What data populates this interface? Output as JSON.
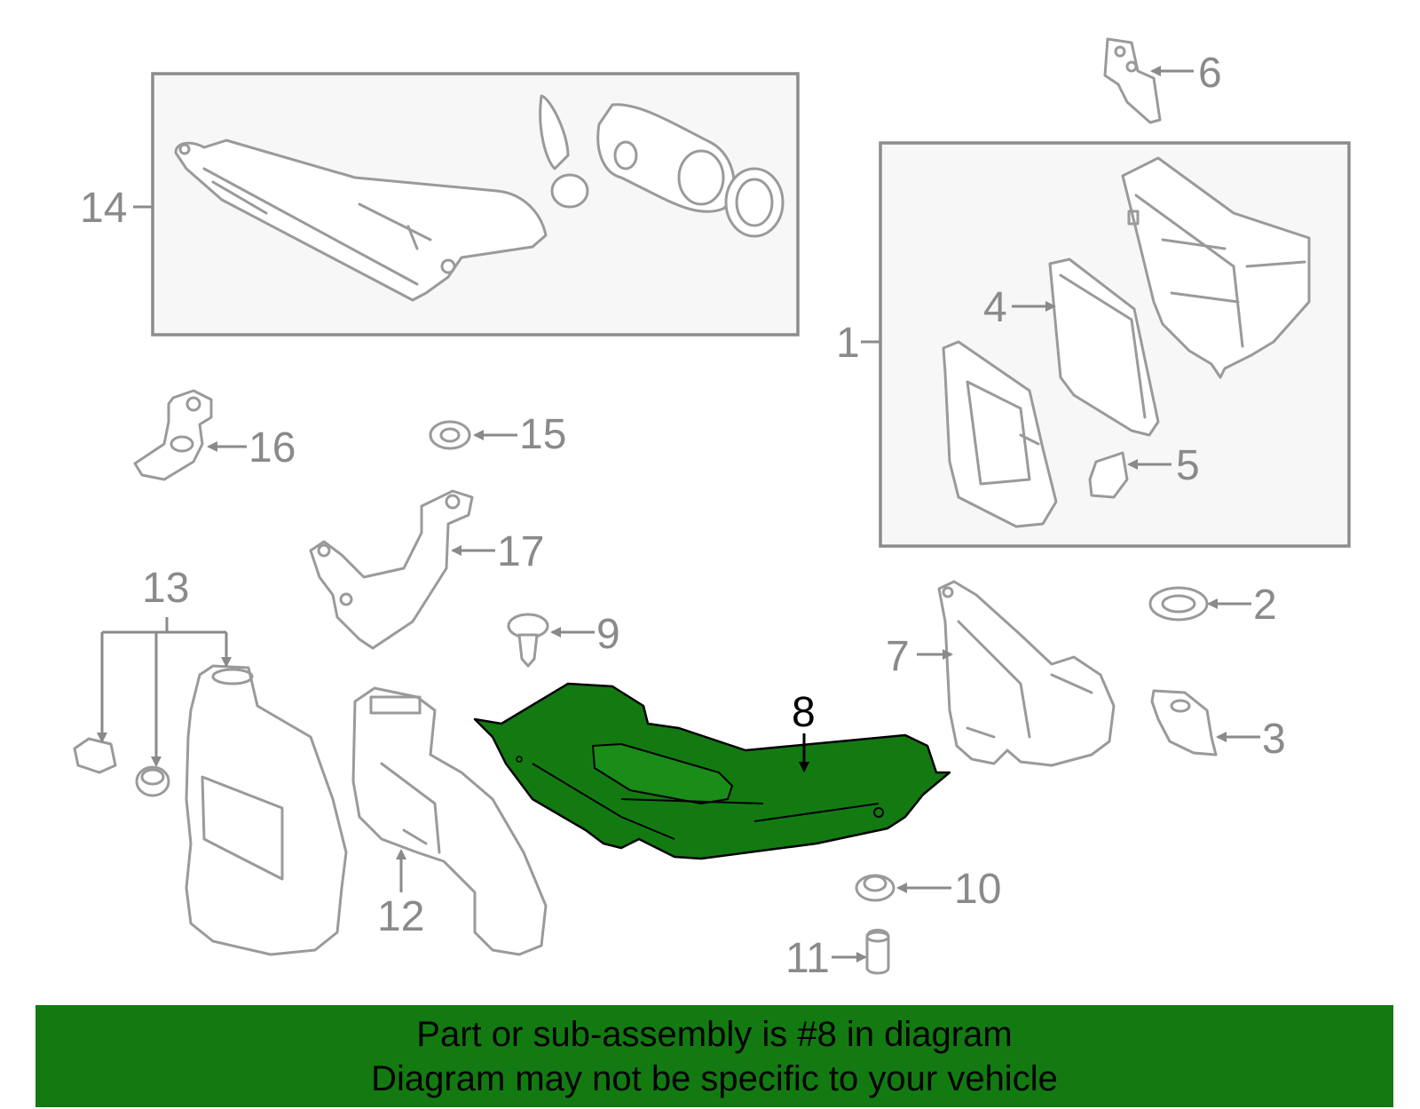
{
  "callouts": {
    "c1": "1",
    "c2": "2",
    "c3": "3",
    "c4": "4",
    "c5": "5",
    "c6": "6",
    "c7": "7",
    "c8": "8",
    "c9": "9",
    "c10": "10",
    "c11": "11",
    "c12": "12",
    "c13": "13",
    "c14": "14",
    "c15": "15",
    "c16": "16",
    "c17": "17"
  },
  "banner": {
    "line1": "Part or sub-assembly is #8 in diagram",
    "line2": "Diagram may not be specific to your vehicle"
  },
  "colors": {
    "highlight": "#137a12",
    "banner_bg": "#137a12",
    "outline": "#9a9a9a"
  }
}
